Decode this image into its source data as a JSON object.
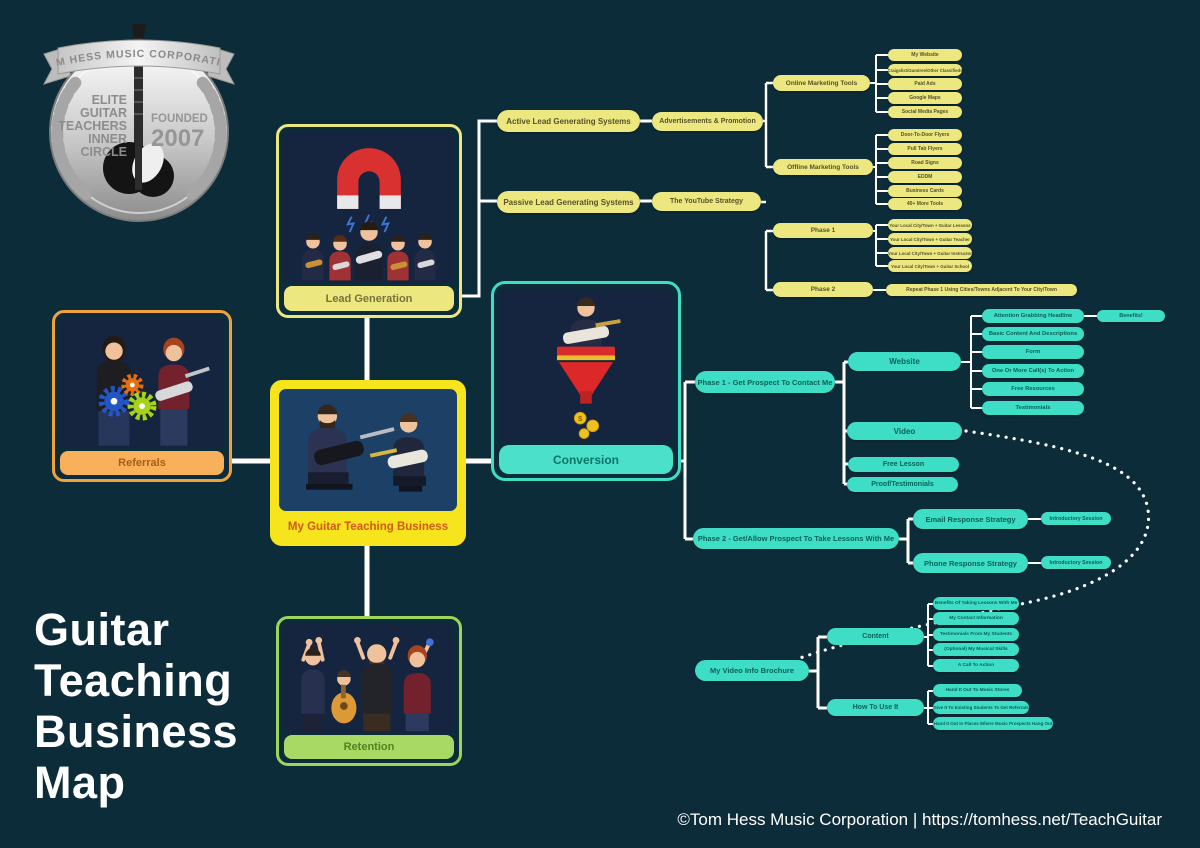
{
  "colors": {
    "background": "#0d2c3a",
    "branch_yellow": "#ece87f",
    "branch_teal": "#3eddc5",
    "node_orange": "#f5ad53",
    "node_green": "#a8d964",
    "center_yellow": "#f6e41d",
    "connector": "#ffffff"
  },
  "icons": {
    "lead_generation": "magnet-attracting-students-illustration",
    "referrals": "students-with-gears-illustration",
    "business": "guitar-teacher-with-student-illustration",
    "conversion": "guitarist-on-sales-funnel-with-coins-illustration",
    "retention": "cheering-students-illustration",
    "badge": "silver-medal-laurel-guitar-badge",
    "coin_symbol": "$"
  },
  "badge": {
    "ribbon": "TOM HESS MUSIC CORPORATION",
    "line1": "ELITE",
    "line2": "GUITAR",
    "line3": "TEACHERS",
    "line4": "INNER",
    "line5": "CIRCLE",
    "founded_label": "FOUNDED",
    "founded_year": "2007"
  },
  "title": {
    "line1": "Guitar",
    "line2": "Teaching",
    "line3": "Business",
    "line4": "Map"
  },
  "footer": {
    "text": "©Tom Hess Music Corporation | https://tomhess.net/TeachGuitar"
  },
  "nodes": {
    "lead_generation": {
      "label": "Lead Generation"
    },
    "referrals": {
      "label": "Referrals"
    },
    "business": {
      "label": "My Guitar Teaching Business"
    },
    "conversion": {
      "label": "Conversion"
    },
    "retention": {
      "label": "Retention"
    }
  },
  "lead_gen": {
    "active": {
      "label": "Active Lead Generating Systems"
    },
    "advertisements": {
      "label": "Advertisements & Promotion"
    },
    "passive": {
      "label": "Passive Lead Generating Systems"
    },
    "youtube": {
      "label": "The YouTube Strategy"
    },
    "online": {
      "label": "Online Marketing Tools",
      "children": [
        "My Website",
        "Craigslist/Gumtree/Other Classifieds",
        "Paid Ads",
        "Google Maps",
        "Social Media Pages"
      ]
    },
    "offline": {
      "label": "Offline Marketing Tools",
      "children": [
        "Door-To-Door Flyers",
        "Pull Tab Flyers",
        "Road Signs",
        "EDDM",
        "Business Cards",
        "40+ More Tools"
      ]
    },
    "phase1": {
      "label": "Phase 1",
      "children": [
        "Your Local City/Town + Guitar Lessons",
        "Your Local City/Town + Guitar Teacher",
        "Your Local City/Town + Guitar Instructor",
        "Your Local City/Town + Guitar School"
      ]
    },
    "phase2": {
      "label": "Phase 2",
      "children": [
        "Repeat Phase 1 Using Cities/Towns Adjacent To Your City/Town"
      ]
    }
  },
  "conversion_branch": {
    "phase1": {
      "label": "Phase 1 - Get Prospect To Contact Me"
    },
    "website": {
      "label": "Website",
      "tag": "Benefits!",
      "children": [
        "Attention Grabbing Headline",
        "Basic Content And Descriptions",
        "Form",
        "One Or More Call(s) To Action",
        "Free Resources",
        "Testimonials"
      ]
    },
    "video": {
      "label": "Video"
    },
    "free_lesson": {
      "label": "Free Lesson"
    },
    "proof": {
      "label": "Proof/Testimonials"
    },
    "phase2": {
      "label": "Phase 2 - Get/Allow Prospect To Take Lessons With Me"
    },
    "email": {
      "label": "Email Response Strategy",
      "tag": "Introductory Session"
    },
    "phone": {
      "label": "Phone Response Strategy",
      "tag": "Introductory Session"
    },
    "brochure": {
      "label": "My Video Info Brochure"
    },
    "content": {
      "label": "Content",
      "children": [
        "Benefits Of Taking Lessons With Me",
        "My Contact Information",
        "Testimonials From My Students",
        "(Optional) My Musical Skills",
        "A Call To Action"
      ]
    },
    "how_to_use": {
      "label": "How To Use It",
      "children": [
        "Hand It Out To Music Stores",
        "Give It To Existing Students To Get Referrals",
        "Hand It Out In Places Where Music Prospects Hang Out"
      ]
    }
  }
}
